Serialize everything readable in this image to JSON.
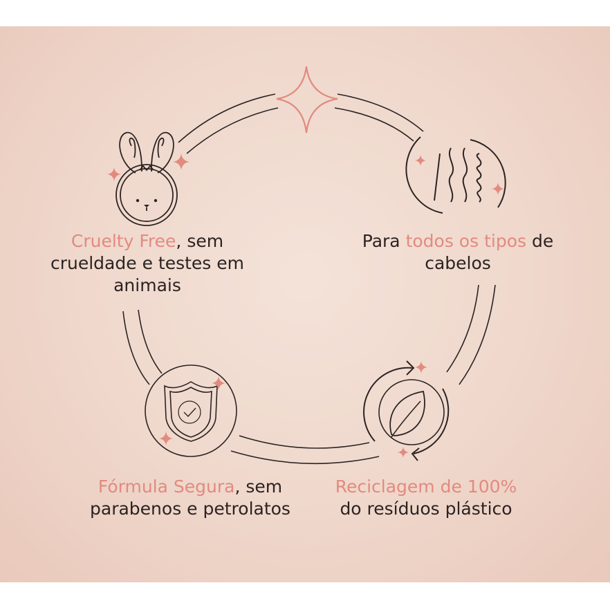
{
  "colors": {
    "accent": "#e38a7f",
    "text": "#2b2322",
    "line": "#2b2322"
  },
  "icons": {
    "top": "sparkle-icon",
    "cruelty_free": "bunny-icon",
    "hair": "hair-types-icon",
    "formula": "shield-check-icon",
    "recycle": "recycle-leaf-icon"
  },
  "features": {
    "cruelty_free": {
      "highlight": "Cruelty Free",
      "text": ", sem crueldade e testes em animais"
    },
    "hair": {
      "prefix": "Para ",
      "highlight": "todos os tipos",
      "suffix": " de cabelos"
    },
    "formula": {
      "highlight": "Fórmula Segura",
      "text": ", sem parabenos e petrolatos"
    },
    "recycle": {
      "highlight": "Reciclagem de 100%",
      "text": " do resíduos plástico"
    }
  }
}
